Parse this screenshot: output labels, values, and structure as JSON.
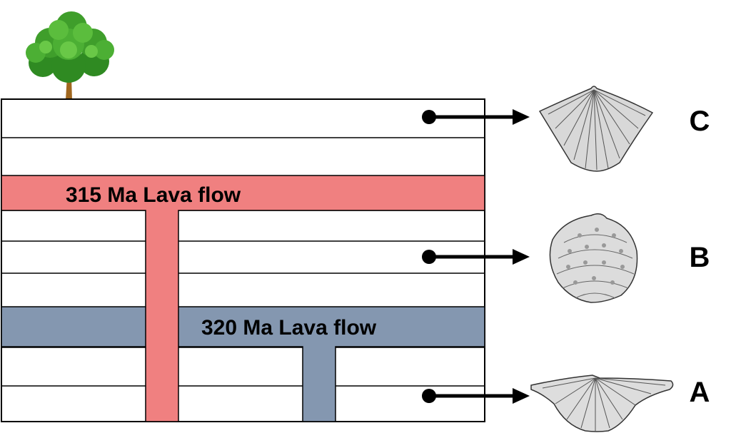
{
  "diagram": {
    "lava_flows": [
      {
        "label": "315 Ma Lava flow",
        "color": "#f08080"
      },
      {
        "label": "320 Ma Lava flow",
        "color": "#8497b0"
      }
    ],
    "fossil_labels": [
      "C",
      "B",
      "A"
    ],
    "icons": {
      "tree": "tree-icon",
      "fossils": [
        "brachiopod-c-icon",
        "brachiopod-b-icon",
        "brachiopod-a-icon"
      ]
    },
    "colors": {
      "outline": "#000000",
      "tree_foliage": "#3f9e2b",
      "tree_trunk": "#a0671f",
      "shell": "#d8d8d8"
    }
  }
}
